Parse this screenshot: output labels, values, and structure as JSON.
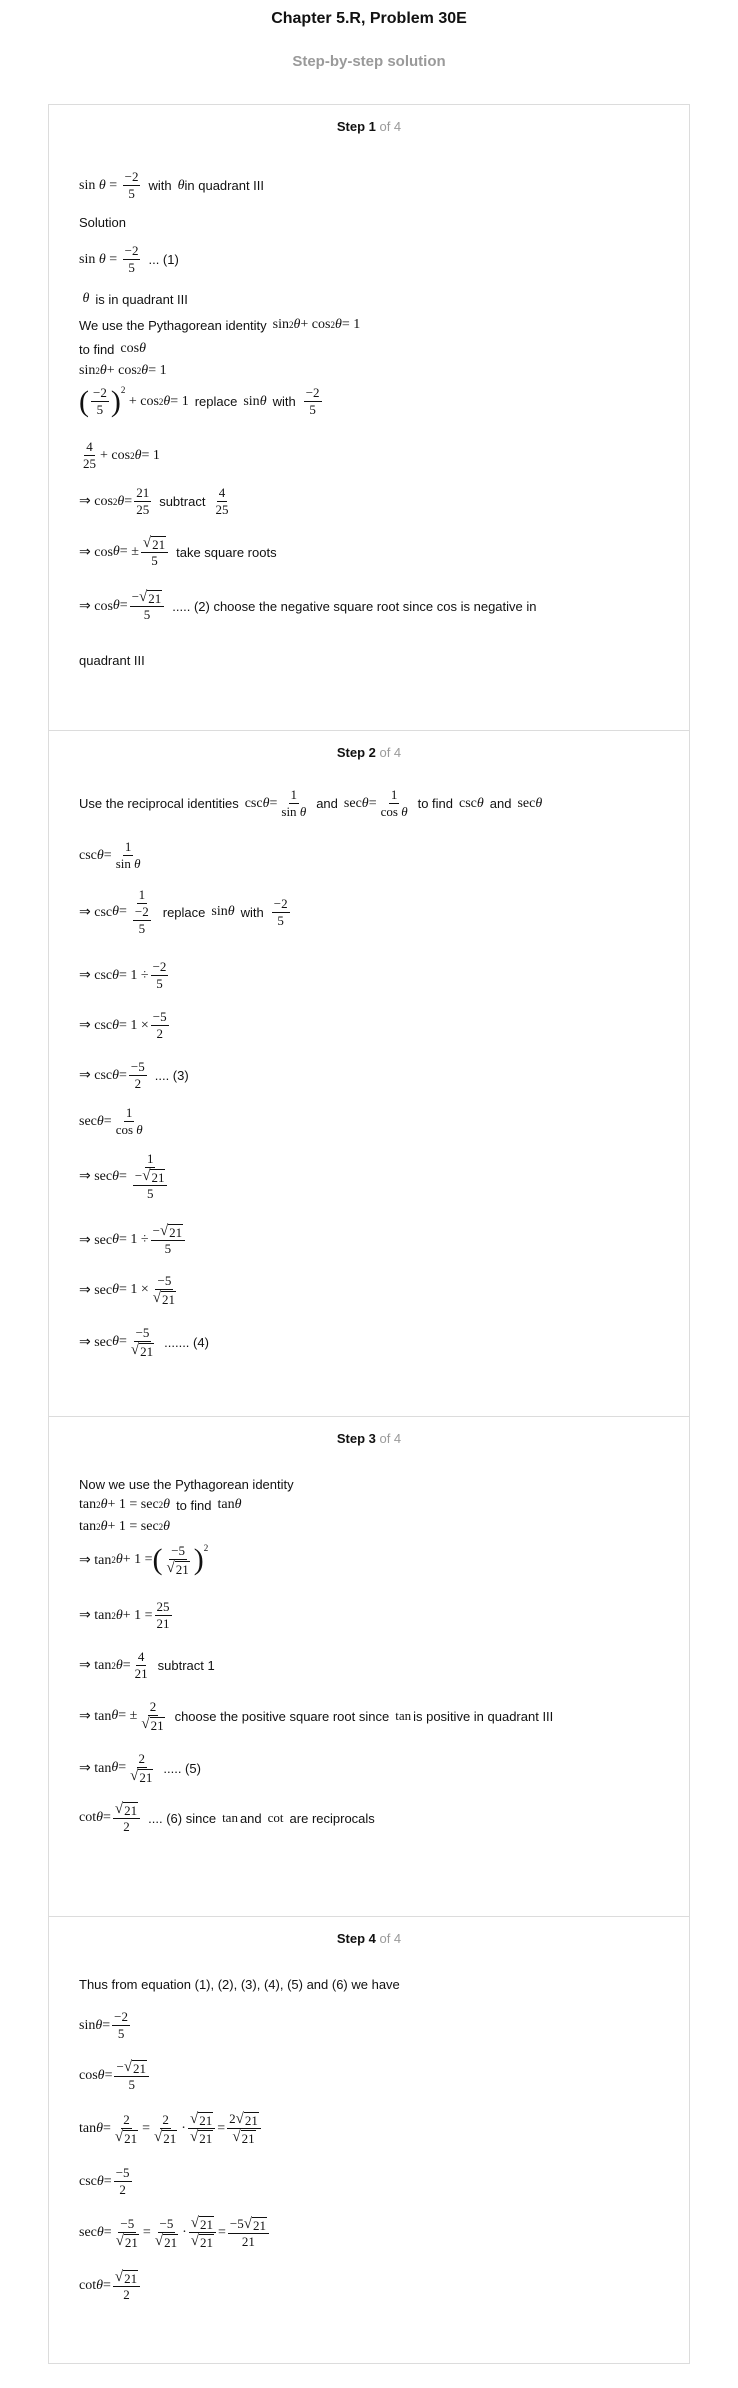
{
  "header": {
    "title": "Chapter 5.R, Problem 30E",
    "subtitle": "Step-by-step solution"
  },
  "steps": [
    {
      "label": "Step 1",
      "of": " of 4"
    },
    {
      "label": "Step 2",
      "of": " of 4"
    },
    {
      "label": "Step 3",
      "of": " of 4"
    },
    {
      "label": "Step 4",
      "of": " of 4"
    }
  ],
  "step1": {
    "given_with": "with",
    "given_quadrant": "in quadrant III",
    "solution": "Solution",
    "eq1_tag": "... (1)",
    "quadrant_text": "is in quadrant III",
    "pythag_text": "We use the Pythagorean identity",
    "to_find": "to find",
    "replace": "replace",
    "with": "with",
    "subtract": "subtract",
    "take_roots": "take square roots",
    "neg_root_text": "..... (2) choose the negative square root since cos is negative in",
    "neg_root_cont": "quadrant III"
  },
  "step2": {
    "recip_text": "Use the reciprocal identities",
    "and1": "and",
    "to_find": "to find",
    "and2": "and",
    "replace": "replace",
    "with": "with",
    "tag3": ".... (3)",
    "tag4": "....... (4)"
  },
  "step3": {
    "intro": "Now we use the Pythagorean identity",
    "to_find": "to find",
    "subtract": "subtract 1",
    "choose_pos": "choose the positive square root since",
    "is_pos": "is positive in quadrant III",
    "tag5": "..... (5)",
    "tag6": ".... (6) since",
    "and": "and",
    "are_recip": "are reciprocals"
  },
  "step4": {
    "intro": "Thus from equation (1), (2), (3), (4), (5) and (6) we have"
  }
}
